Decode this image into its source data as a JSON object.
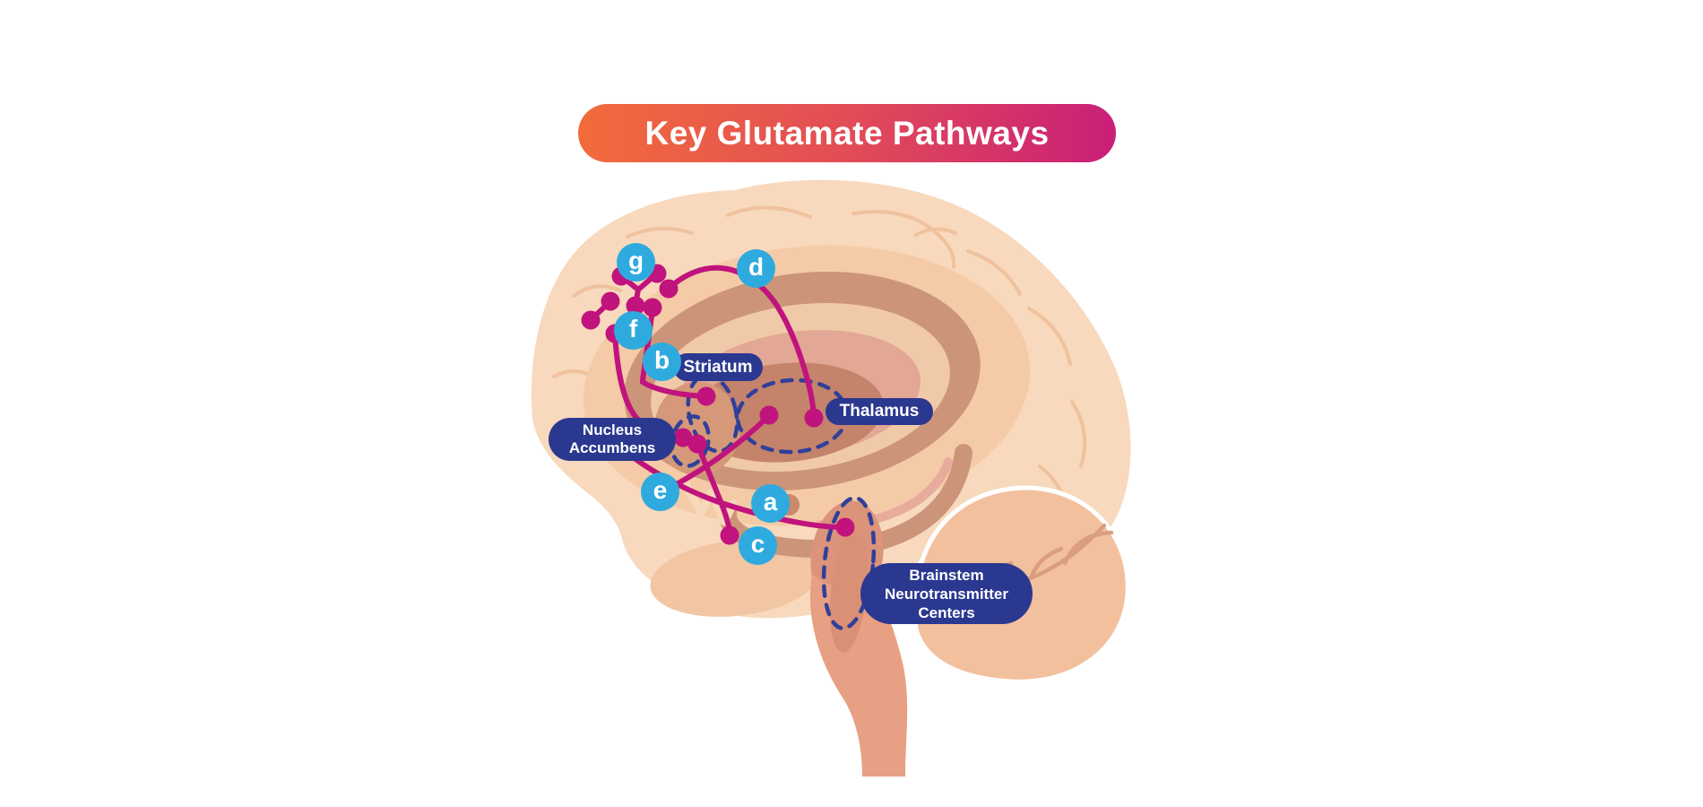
{
  "title": "Key Glutamate Pathways",
  "banner": {
    "gradient_start": "#F26B3B",
    "gradient_mid": "#E34E55",
    "gradient_end": "#C91F78"
  },
  "regions": {
    "striatum": {
      "label": "Striatum"
    },
    "thalamus": {
      "label": "Thalamus"
    },
    "nucleus_accumbens": {
      "lines": [
        "Nucleus",
        "Accumbens"
      ]
    },
    "brainstem": {
      "lines": [
        "Brainstem",
        "Neurotransmitter",
        "Centers"
      ]
    }
  },
  "markers": {
    "a": {
      "letter": "a"
    },
    "b": {
      "letter": "b"
    },
    "c": {
      "letter": "c"
    },
    "d": {
      "letter": "d"
    },
    "e": {
      "letter": "e"
    },
    "f": {
      "letter": "f"
    },
    "g": {
      "letter": "g"
    }
  },
  "colors": {
    "pathway_magenta": "#C0137D",
    "label_navy": "#2B3890",
    "dashed_navy": "#30409A",
    "marker_blue": "#2FAADE",
    "cortex_light": "#F8D9BD",
    "cortex_band": "#F4CBA6",
    "callosum_brown": "#CC9579",
    "thalamus_mass": "#C5836B",
    "brainstem_salmon": "#E7A083",
    "cerebellum_peach": "#F3C09E"
  }
}
